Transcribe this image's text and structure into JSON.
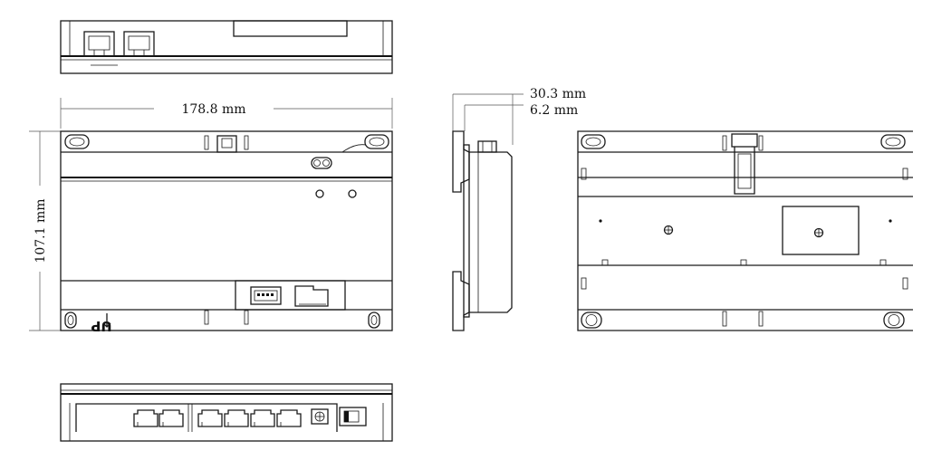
{
  "dimensions": {
    "width": "178.8 mm",
    "height": "107.1 mm",
    "depth": "30.3 mm",
    "offset": "6.2 mm"
  },
  "front_view": {
    "up_label": "UP"
  }
}
